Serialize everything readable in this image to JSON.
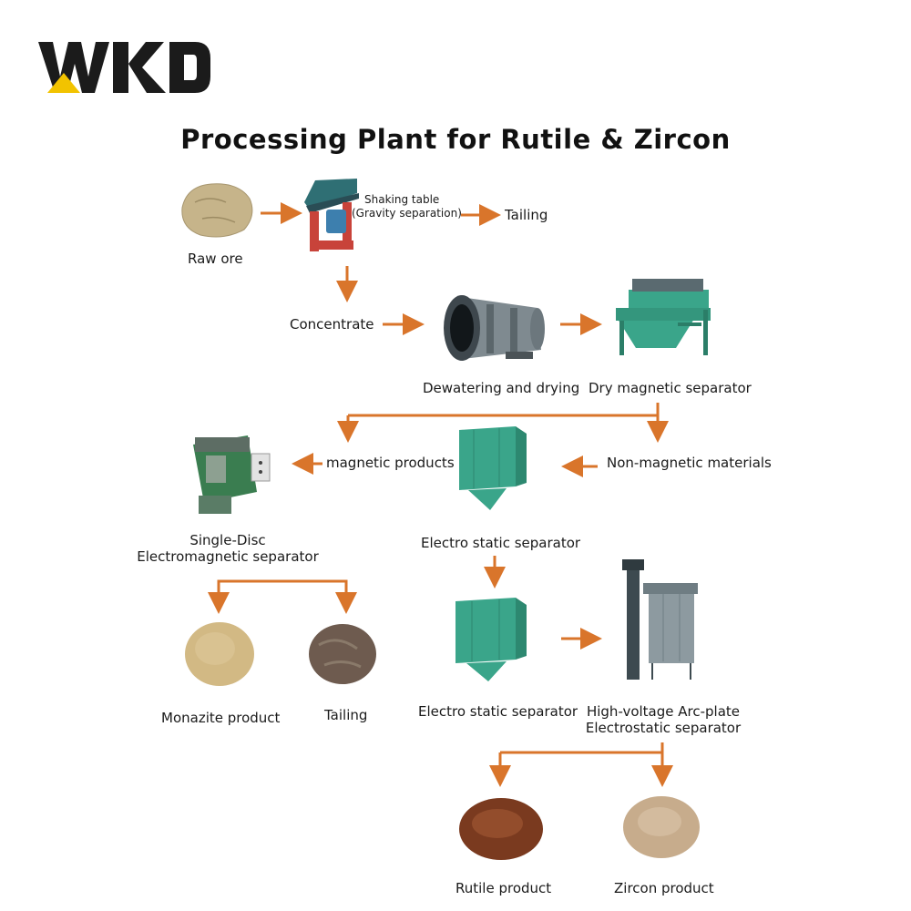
{
  "logo": {
    "text": "WKD"
  },
  "title": "Processing Plant for Rutile & Zircon",
  "colors": {
    "arrow": "#d9752b",
    "machine_green": "#3aa58a",
    "machine_gray": "#8d9aa0",
    "logo": "#1b1b1b",
    "logo_accent": "#f2c300"
  },
  "steps": {
    "raw_ore": "Raw ore",
    "shaking_table": "Shaking table",
    "gravity_separation": "(Gravity separation)",
    "tailing_1": "Tailing",
    "concentrate": "Concentrate",
    "dewatering": "Dewatering and drying",
    "dry_magnetic": "Dry magnetic separator",
    "magnetic_products": "magnetic products",
    "non_magnetic": "Non-magnetic materials",
    "single_disc_1": "Single-Disc",
    "single_disc_2": "Electromagnetic separator",
    "electro_static_1": "Electro static separator",
    "monazite": "Monazite product",
    "tailing_2": "Tailing",
    "electro_static_2": "Electro static separator",
    "hv_1": "High-voltage Arc-plate",
    "hv_2": "Electrostatic separator",
    "rutile": "Rutile product",
    "zircon": "Zircon  product"
  }
}
